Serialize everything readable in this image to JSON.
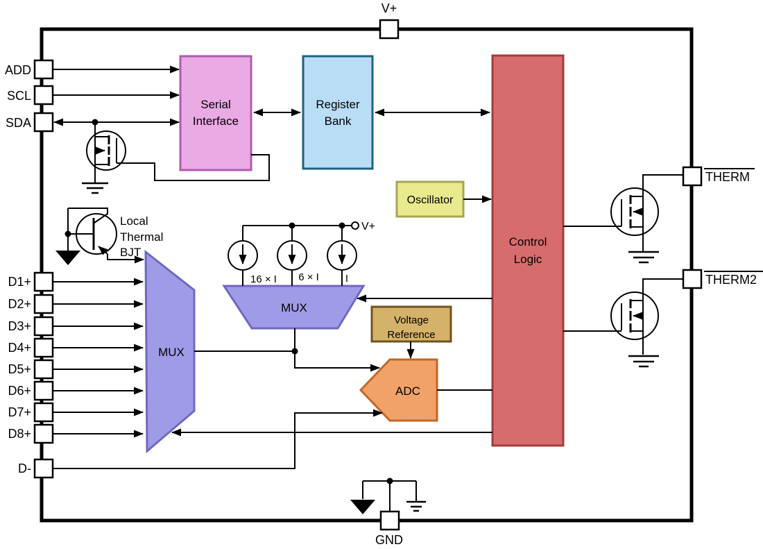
{
  "pins": {
    "vplus": "V+",
    "gnd": "GND",
    "serial": [
      "ADD",
      "SCL",
      "SDA"
    ],
    "sense": [
      "D1+",
      "D2+",
      "D3+",
      "D4+",
      "D5+",
      "D6+",
      "D7+",
      "D8+"
    ],
    "dminus": "D-",
    "therm": "THERM",
    "therm2": "THERM2",
    "internal_vplus": "V+"
  },
  "blocks": {
    "serial_interface": {
      "line1": "Serial",
      "line2": "Interface",
      "fill": "#EAAAE4",
      "stroke": "#AE5CAE"
    },
    "register_bank": {
      "line1": "Register",
      "line2": "Bank",
      "fill": "#BADDF6",
      "stroke": "#1F607F"
    },
    "oscillator": {
      "label": "Oscillator",
      "fill": "#E9E98E",
      "stroke": "#A6A655"
    },
    "control_logic": {
      "line1": "Control",
      "line2": "Logic",
      "fill": "#D76C6C",
      "stroke": "#A13C3C"
    },
    "input_mux": {
      "label": "MUX",
      "fill": "#A09BE6",
      "stroke": "#6F69BE"
    },
    "current_mux": {
      "label": "MUX",
      "fill": "#A09BE6",
      "stroke": "#6F69BE"
    },
    "voltage_reference": {
      "line1": "Voltage",
      "line2": "Reference",
      "fill": "#D4B269",
      "stroke": "#70531D"
    },
    "adc": {
      "label": "ADC",
      "fill": "#F1A269",
      "stroke": "#C16722"
    }
  },
  "annotations": {
    "local_bjt": {
      "line1": "Local",
      "line2": "Thermal",
      "line3": "BJT"
    },
    "current_sources": [
      "16 × I",
      "6 × I",
      "I"
    ]
  }
}
